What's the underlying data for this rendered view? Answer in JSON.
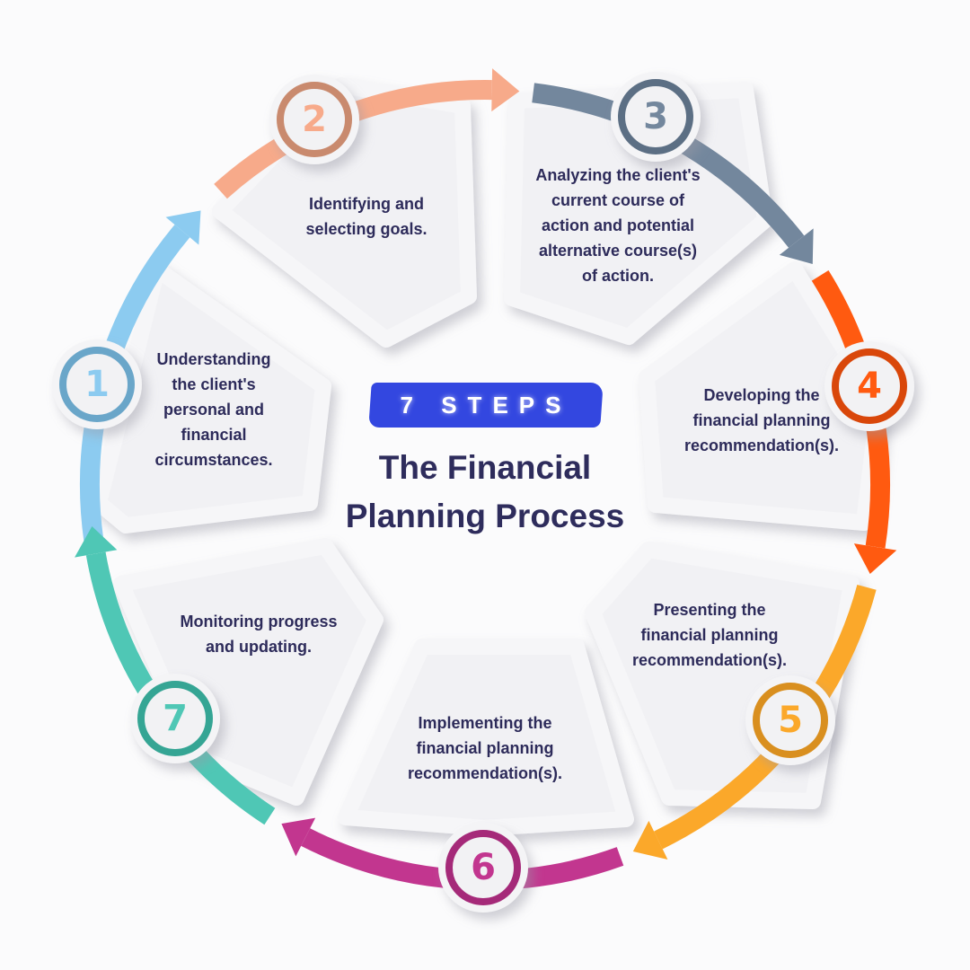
{
  "badge": "7 STEPS",
  "title_line1": "The Financial",
  "title_line2": "Planning Process",
  "steps": [
    {
      "number": "1",
      "text": "Understanding\nthe client's\npersonal and\nfinancial\ncircumstances.",
      "color": "#8ccbf0",
      "badge_color": "#6aa6c9"
    },
    {
      "number": "2",
      "text": "Identifying and\nselecting goals.",
      "color": "#f7aa8a",
      "badge_color": "#c98a6e"
    },
    {
      "number": "3",
      "text": "Analyzing the client's\ncurrent course of\naction and potential\nalternative course(s)\nof action.",
      "color": "#73879d",
      "badge_color": "#5c6f84"
    },
    {
      "number": "4",
      "text": "Developing the\nfinancial planning\nrecommendation(s).",
      "color": "#ff5a10",
      "badge_color": "#d9470a"
    },
    {
      "number": "5",
      "text": "Presenting the\nfinancial planning\nrecommendation(s).",
      "color": "#fba82a",
      "badge_color": "#d98f1f"
    },
    {
      "number": "6",
      "text": "Implementing the\nfinancial planning\nrecommendation(s).",
      "color": "#c2368f",
      "badge_color": "#a52a79"
    },
    {
      "number": "7",
      "text": "Monitoring progress\nand updating.",
      "color": "#4fc7b5",
      "badge_color": "#35a594"
    }
  ]
}
